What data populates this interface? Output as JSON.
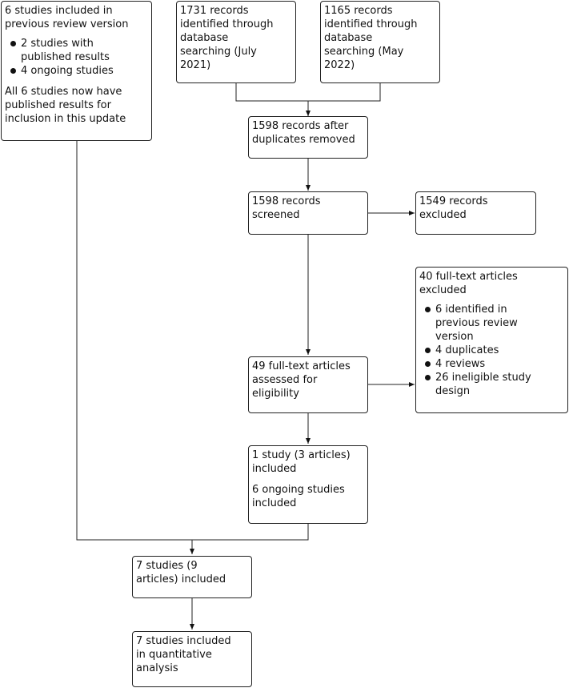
{
  "previous_review": {
    "title_lines": [
      "6 studies included in",
      "previous review version"
    ],
    "bullets": [
      {
        "lines": [
          "2 studies with",
          "published results"
        ]
      },
      {
        "lines": [
          "4 ongoing studies"
        ]
      }
    ],
    "note_lines": [
      "All 6 studies now have",
      "published results for",
      "inclusion in this update"
    ]
  },
  "search_2021": {
    "lines": [
      "1731 records",
      "identified through",
      "database",
      "searching (July",
      "2021)"
    ]
  },
  "search_2022": {
    "lines": [
      "1165 records",
      "identified through",
      "database",
      "searching (May",
      "2022)"
    ]
  },
  "after_duplicates": {
    "lines": [
      "1598 records after",
      "duplicates removed"
    ]
  },
  "screened": {
    "lines": [
      "1598 records",
      "screened"
    ]
  },
  "excluded_records": {
    "lines": [
      "1549 records",
      "excluded"
    ]
  },
  "fulltext_excluded": {
    "title_lines": [
      "40 full-text articles",
      "excluded"
    ],
    "bullets": [
      {
        "lines": [
          "6 identified in",
          "previous review",
          "version"
        ]
      },
      {
        "lines": [
          "4 duplicates"
        ]
      },
      {
        "lines": [
          "4 reviews"
        ]
      },
      {
        "lines": [
          "26 ineligible study",
          "design"
        ]
      }
    ]
  },
  "fulltext_assessed": {
    "lines": [
      "49 full-text articles",
      "assessed for",
      "eligibility"
    ]
  },
  "new_included": {
    "para1_lines": [
      "1 study (3 articles)",
      "included"
    ],
    "para2_lines": [
      "6 ongoing studies",
      "included"
    ]
  },
  "total_included": {
    "lines": [
      "7 studies (9",
      "articles) included"
    ]
  },
  "quantitative": {
    "lines": [
      "7 studies included",
      "in quantitative",
      "analysis"
    ]
  }
}
